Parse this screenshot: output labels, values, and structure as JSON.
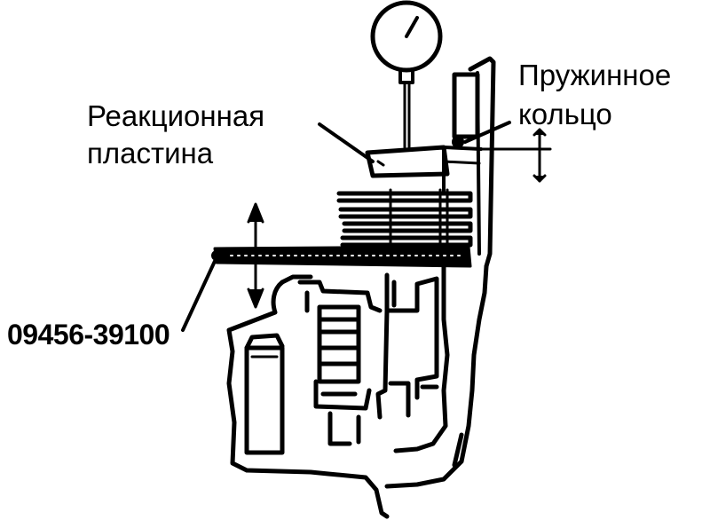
{
  "labels": {
    "reaction_plate": [
      "Реакционная",
      "пластина"
    ],
    "snap_ring": [
      "Пружинное",
      "кольцо"
    ],
    "tool_number": "09456-39100"
  },
  "colors": {
    "ink": "#000000",
    "background": "#ffffff"
  }
}
